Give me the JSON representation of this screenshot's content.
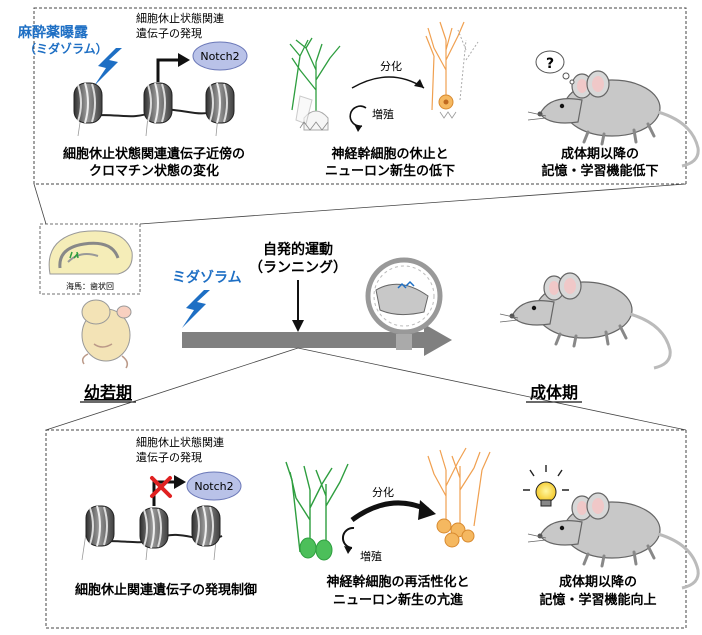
{
  "top_panel": {
    "drug_label_line1": "麻酔薬曝露",
    "drug_label_line2": "（ミダゾラム）",
    "gene_expression_line1": "細胞休止状態関連",
    "gene_expression_line2": "遺伝子の発現",
    "gene_name": "Notch2",
    "differentiation_label": "分化",
    "proliferation_label": "増殖",
    "caption_chromatin_line1": "細胞休止状態関連遺伝子近傍の",
    "caption_chromatin_line2": "クロマチン状態の変化",
    "caption_stemcell_line1": "神経幹細胞の休止と",
    "caption_stemcell_line2": "ニューロン新生の低下",
    "caption_memory_line1": "成体期以降の",
    "caption_memory_line2": "記憶・学習機能低下",
    "question_mark": "?"
  },
  "middle": {
    "brain_label": "海馬：歯状回",
    "drug_label": "ミダゾラム",
    "exercise_line1": "自発的運動",
    "exercise_line2": "（ランニング）",
    "juvenile_label": "幼若期",
    "adult_label": "成体期"
  },
  "bottom_panel": {
    "gene_expression_line1": "細胞休止状態関連",
    "gene_expression_line2": "遺伝子の発現",
    "gene_name": "Notch2",
    "differentiation_label": "分化",
    "proliferation_label": "増殖",
    "caption_chromatin": "細胞休止関連遺伝子の発現制御",
    "caption_stemcell_line1": "神経幹細胞の再活性化と",
    "caption_stemcell_line2": "ニューロン新生の亢進",
    "caption_memory_line1": "成体期以降の",
    "caption_memory_line2": "記憶・学習機能向上"
  },
  "colors": {
    "drug_blue": "#1e6fc4",
    "neuron_green": "#2e9e3f",
    "neuron_orange": "#f0a050",
    "mouse_gray": "#c8c8c8",
    "arrow_gray": "#808080",
    "inhibit_red": "#e02020",
    "notch_fill": "#b9c2e8"
  }
}
